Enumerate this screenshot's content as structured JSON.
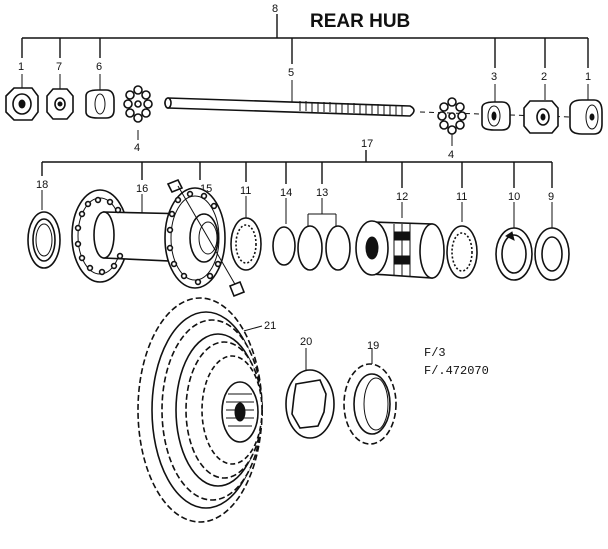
{
  "title": "REAR HUB",
  "callouts": {
    "p8": "8",
    "p5": "5",
    "p17": "17",
    "p1a": "1",
    "p7": "7",
    "p6": "6",
    "p4a": "4",
    "p3": "3",
    "p2": "2",
    "p1b": "1",
    "p4b": "4",
    "p18": "18",
    "p16": "16",
    "p15": "15",
    "p11a": "11",
    "p14": "14",
    "p13": "13",
    "p12": "12",
    "p11b": "11",
    "p10": "10",
    "p9": "9",
    "p21": "21",
    "p20": "20",
    "p19": "19"
  },
  "figure_codes": {
    "line1": "F/3",
    "line2": "F/.472070"
  }
}
